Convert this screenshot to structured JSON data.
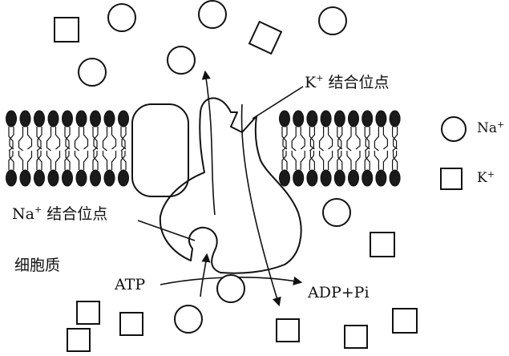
{
  "labels": {
    "k_site_ion": "K",
    "k_site_sup": "+",
    "k_site_text": " 结合位点",
    "na_site_ion": "Na",
    "na_site_sup": "+",
    "na_site_text": " 结合位点",
    "cytoplasm": "细胞质",
    "atp": "ATP",
    "adp_pi": "ADP+Pi"
  },
  "legend": {
    "na_ion": "Na",
    "na_sup": "+",
    "k_ion": "K",
    "k_sup": "+"
  }
}
